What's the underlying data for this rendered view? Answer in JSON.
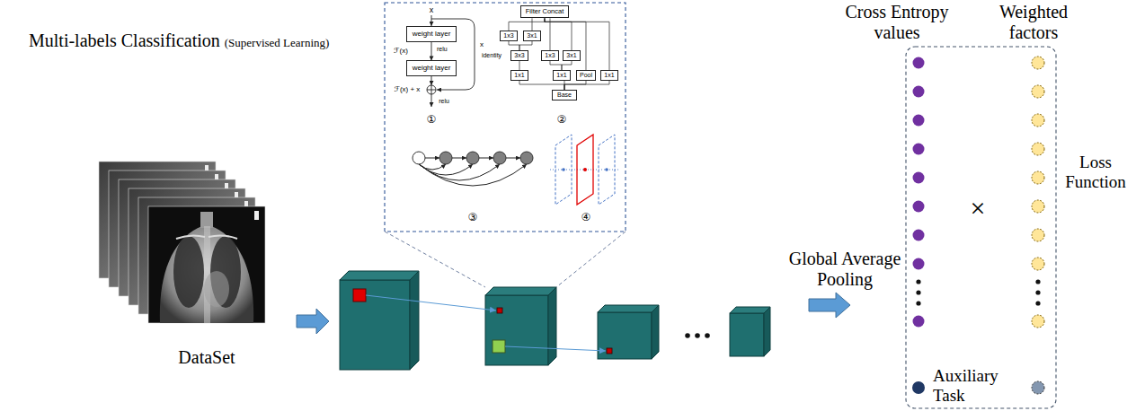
{
  "diagram": {
    "title": "Multi-labels Classification",
    "nodes": [
      {
        "text": [
          "weight layer"
        ]
      },
      {
        "text": [
          "weight layer"
        ]
      },
      {
        "text": [
          "Filter Concat"
        ]
      },
      {
        "text": [
          "1x3"
        ]
      },
      {
        "text": [
          "3x1"
        ]
      },
      {
        "text": [
          "3x3"
        ]
      },
      {
        "text": [
          "1x3"
        ]
      },
      {
        "text": [
          "3x1"
        ]
      },
      {
        "text": [
          "1x1"
        ]
      },
      {
        "text": [
          "1x1"
        ]
      },
      {
        "text": [
          "Pool"
        ]
      },
      {
        "text": [
          "1x1"
        ]
      },
      {
        "text": [
          "Base"
        ]
      }
    ],
    "edges": [
      {
        "from": 0,
        "to": 1,
        "arrow": "to",
        "label": "relu"
      },
      {
        "from": 12,
        "to": 8,
        "arrow": "none"
      },
      {
        "from": 12,
        "to": 9,
        "arrow": "none"
      },
      {
        "from": 12,
        "to": 10,
        "arrow": "none"
      },
      {
        "from": 12,
        "to": 11,
        "arrow": "none"
      },
      {
        "from": 8,
        "to": 5,
        "arrow": "none"
      },
      {
        "from": 5,
        "to": 3,
        "arrow": "none"
      },
      {
        "from": 5,
        "to": 4,
        "arrow": "none"
      },
      {
        "from": 9,
        "to": 6,
        "arrow": "none"
      },
      {
        "from": 9,
        "to": 7,
        "arrow": "none"
      },
      {
        "from": 3,
        "to": 2,
        "arrow": "none"
      },
      {
        "from": 4,
        "to": 2,
        "arrow": "none"
      },
      {
        "from": 6,
        "to": 2,
        "arrow": "none"
      },
      {
        "from": 7,
        "to": 2,
        "arrow": "none"
      },
      {
        "from": 10,
        "to": 2,
        "arrow": "none"
      },
      {
        "from": 11,
        "to": 2,
        "arrow": "none"
      }
    ],
    "labels": [
      "(Supervised Learning)",
      "DataSet",
      "x",
      "ℱ(x)",
      "ℱ(x) + x",
      "relu",
      "x",
      "identity",
      "①",
      "②",
      "③",
      "④",
      "Global Average Pooling",
      "Cross Entropy values",
      "Weighted factors",
      "×",
      "Loss Function",
      "Auxiliary Task"
    ]
  }
}
